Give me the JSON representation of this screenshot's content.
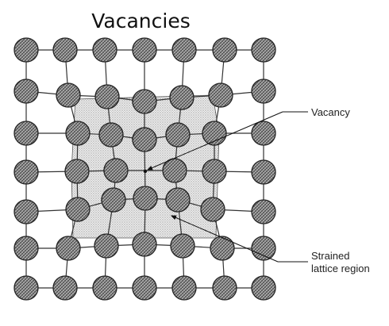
{
  "title": "Vacancies",
  "labels": {
    "vacancy": "Vacancy",
    "strained_line1": "Strained",
    "strained_line2": "lattice region"
  },
  "lattice": {
    "rows": 7,
    "cols": 7,
    "vacancy_row": 3,
    "vacancy_col": 3
  },
  "colors": {
    "atom_fill": "#8a8a8a",
    "atom_stroke": "#222222",
    "bond": "#333333",
    "strained_region": "#d9d9d9"
  }
}
